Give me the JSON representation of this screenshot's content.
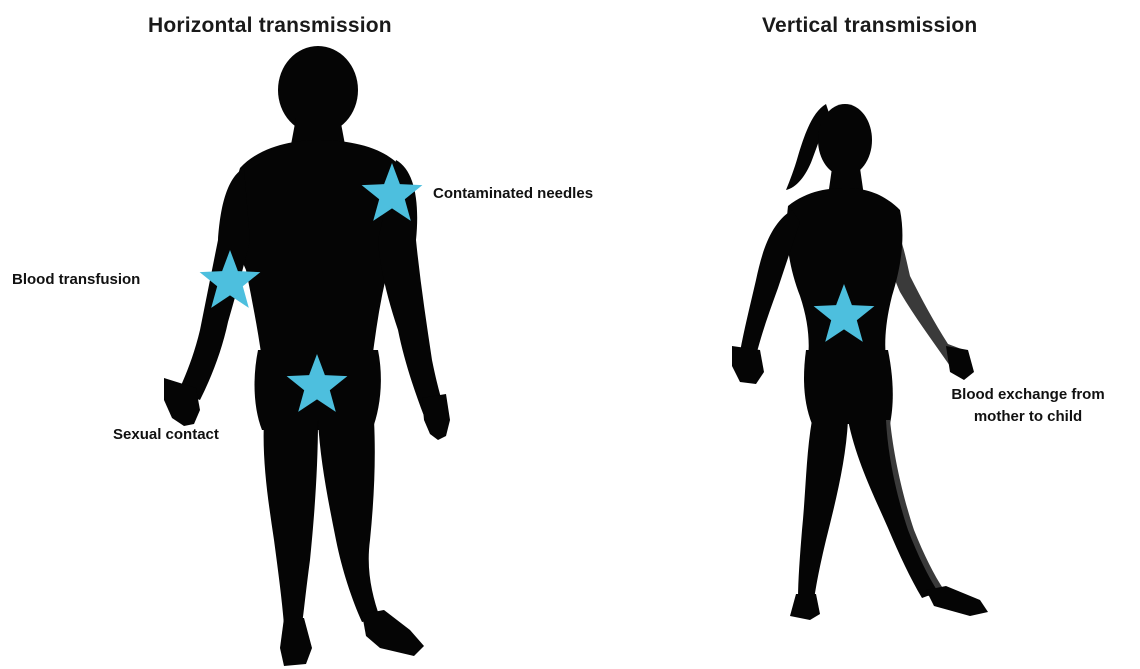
{
  "titles": {
    "horizontal": "Horizontal transmission",
    "vertical": "Vertical transmission"
  },
  "labels": {
    "contaminated_needles": "Contaminated needles",
    "blood_transfusion": "Blood transfusion",
    "sexual_contact": "Sexual contact",
    "blood_exchange_line1": "Blood exchange from",
    "blood_exchange_line2": "mother to child"
  },
  "colors": {
    "silhouette": "#050505",
    "star": "#4dbfde",
    "shade": "#3a3a3a"
  },
  "icons": [
    "male-silhouette",
    "female-silhouette",
    "star-icon"
  ]
}
